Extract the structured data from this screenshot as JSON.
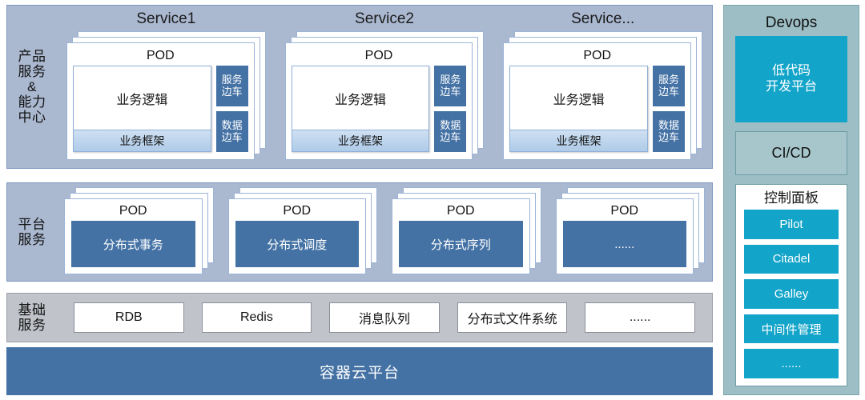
{
  "rows": {
    "product": {
      "label": "产品\n服务\n&\n能力\n中心",
      "services": [
        {
          "title": "Service1",
          "pod_title": "POD",
          "business_logic": "业务逻辑",
          "business_framework": "业务框架",
          "sidecars": [
            "服务\n边车",
            "数据\n边车"
          ]
        },
        {
          "title": "Service2",
          "pod_title": "POD",
          "business_logic": "业务逻辑",
          "business_framework": "业务框架",
          "sidecars": [
            "服务\n边车",
            "数据\n边车"
          ]
        },
        {
          "title": "Service...",
          "pod_title": "POD",
          "business_logic": "业务逻辑",
          "business_framework": "业务框架",
          "sidecars": [
            "服务\n边车",
            "数据\n边车"
          ]
        }
      ]
    },
    "platform": {
      "label": "平台\n服务",
      "pods": [
        {
          "pod_title": "POD",
          "name": "分布式事务"
        },
        {
          "pod_title": "POD",
          "name": "分布式调度"
        },
        {
          "pod_title": "POD",
          "name": "分布式序列"
        },
        {
          "pod_title": "POD",
          "name": "......"
        }
      ]
    },
    "basic": {
      "label": "基础\n服务",
      "items": [
        "RDB",
        "Redis",
        "消息队列",
        "分布式文件系统",
        "......"
      ]
    },
    "cloud": {
      "label": "容器云平台"
    }
  },
  "devops": {
    "title": "Devops",
    "lowcode": "低代码\n开发平台",
    "cicd": "CI/CD",
    "control_panel": {
      "title": "控制面板",
      "items": [
        "Pilot",
        "Citadel",
        "Galley",
        "中间件管理",
        "......"
      ]
    }
  },
  "colors": {
    "band_blue": "#aab8d0",
    "band_gray": "#c0c3c9",
    "pod_blue": "#4472a4",
    "devops_teal": "#9dbec4",
    "accent_cyan": "#13a4c9",
    "frame_gradient_top": "#cfe0f2"
  }
}
